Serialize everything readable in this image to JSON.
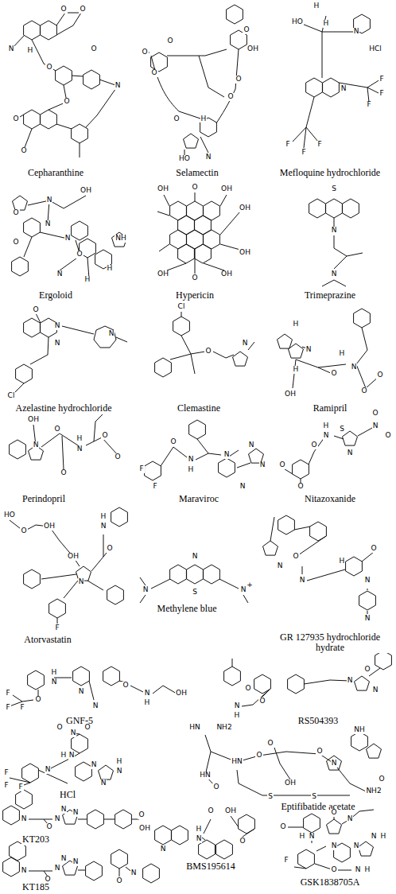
{
  "diagram": {
    "labels": [
      "N",
      "H",
      "O",
      "O",
      "O",
      "O",
      "N",
      "O",
      "O",
      "O",
      "Cepharanthine",
      "O",
      "O",
      "O",
      "O",
      "OH",
      "O",
      "O",
      "O",
      "H",
      "HO",
      "N",
      "Selamectin",
      "H",
      "HO",
      "H",
      "N",
      "HCl",
      "N",
      "F",
      "F",
      "F",
      "F",
      "F",
      "F",
      "Mefloquine hydrochloride",
      "OH",
      "N",
      "O",
      "N",
      "O",
      "N",
      "O",
      "H",
      "N",
      "H",
      "NH",
      "Ergoloid",
      "OH",
      "O",
      "OH",
      "OH",
      "OH",
      "OH",
      "O",
      "OH",
      "Hypericin",
      "S",
      "N",
      "N",
      "Trimeprazine",
      "O",
      "N",
      "N",
      "N",
      "Cl",
      "Azelastine hydrochloride",
      "Cl",
      "O",
      "N",
      "Clemastine",
      "H",
      "H",
      "N",
      "OH",
      "O",
      "H",
      "N",
      "O",
      "O",
      "Ramipril",
      "OH",
      "O",
      "N",
      "O",
      "N",
      "H",
      "O",
      "O",
      "Perindopril",
      "F",
      "F",
      "O",
      "N",
      "H",
      "N",
      "N",
      "N",
      "N",
      "Maraviroc",
      "S",
      "N",
      "O",
      "N",
      "H",
      "N",
      "O",
      "O",
      "O",
      "O",
      "Nitazoxanide",
      "HO",
      "O",
      "OH",
      "OH",
      "N",
      "O",
      "N",
      "H",
      "F",
      "Atorvastatin",
      "N",
      "N",
      "S",
      "N",
      "+",
      "Methylene blue",
      "O",
      "N",
      "N",
      "O",
      "H",
      "N",
      "N",
      "GR 127935 hydrochloride hydrate",
      "F",
      "F",
      "F",
      "O",
      "N",
      "H",
      "N",
      "N",
      "O",
      "N",
      "H",
      "OH",
      "GNF-5",
      "O",
      "N",
      "H",
      "O",
      "N",
      "O",
      "N",
      "RS504393",
      "O",
      "N",
      "O",
      "N",
      "H",
      "N",
      "N",
      "N",
      "N",
      "H",
      "F",
      "F",
      "F",
      "HCl",
      "HN",
      "NH2",
      "NH",
      "HN",
      "O",
      "O",
      "HN",
      "N",
      "O",
      "OH",
      "O",
      "S",
      "S",
      "NH2",
      "O",
      "Eptifibatide acetate",
      "N",
      "O",
      "N",
      "N",
      "N",
      "O",
      "OH",
      "KT203",
      "OH",
      "O",
      "O",
      "N",
      "H",
      "N",
      "BMS195614",
      "N",
      "O",
      "N",
      "N",
      "N",
      "O",
      "N",
      "KT185",
      "N",
      "O",
      "O",
      "N",
      "H",
      "N",
      "N",
      "N",
      "H",
      "F",
      "O",
      "N",
      "H",
      "GSK1838705A"
    ]
  }
}
